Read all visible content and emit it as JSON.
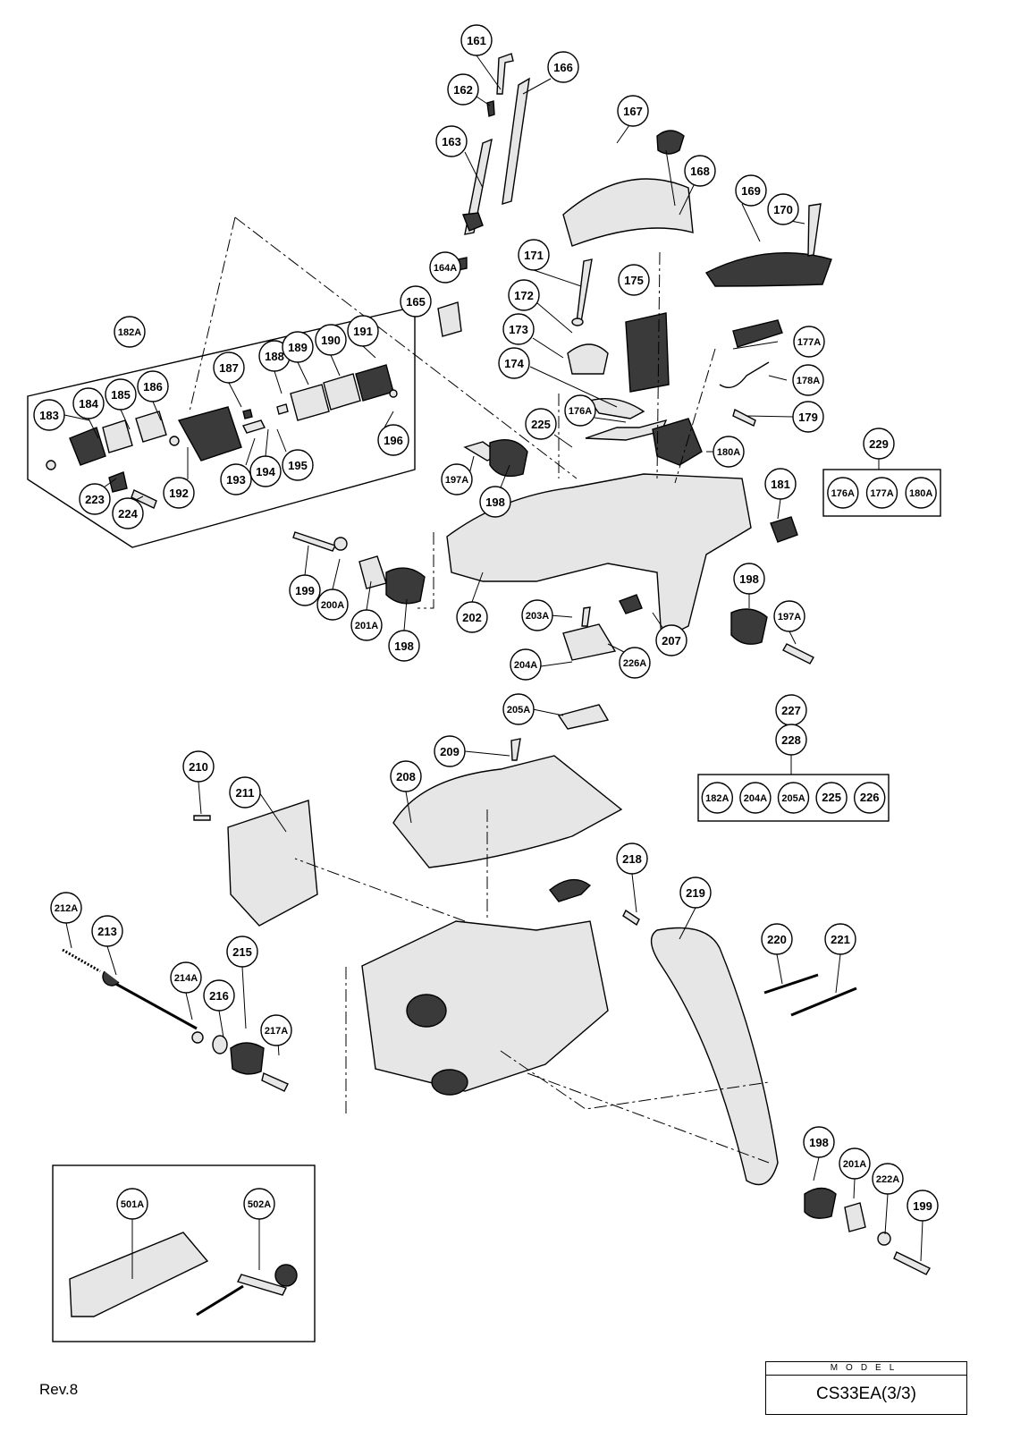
{
  "parts": {
    "161": "161",
    "162": "162",
    "163": "163",
    "164A": "164A",
    "165": "165",
    "166": "166",
    "167": "167",
    "168": "168",
    "169": "169",
    "170": "170",
    "171": "171",
    "172": "172",
    "173": "173",
    "174": "174",
    "175": "175",
    "176A": "176A",
    "177A": "177A",
    "178A": "178A",
    "179": "179",
    "180A": "180A",
    "181": "181",
    "182A": "182A",
    "183": "183",
    "184": "184",
    "185": "185",
    "186": "186",
    "187": "187",
    "188": "188",
    "189": "189",
    "190": "190",
    "191": "191",
    "192": "192",
    "193": "193",
    "194": "194",
    "195": "195",
    "196": "196",
    "197A": "197A",
    "198": "198",
    "199": "199",
    "200A": "200A",
    "201A": "201A",
    "202": "202",
    "203A": "203A",
    "204A": "204A",
    "205A": "205A",
    "207": "207",
    "208": "208",
    "209": "209",
    "210": "210",
    "211": "211",
    "212A": "212A",
    "213": "213",
    "214A": "214A",
    "215": "215",
    "216": "216",
    "217A": "217A",
    "218": "218",
    "219": "219",
    "220": "220",
    "221": "221",
    "222A": "222A",
    "223": "223",
    "224": "224",
    "225": "225",
    "226A": "226A",
    "227": "227",
    "228": "228",
    "229": "229",
    "501A": "501A",
    "502A": "502A"
  },
  "kit_229": {
    "code": "229",
    "items": [
      "176A",
      "177A",
      "180A"
    ]
  },
  "kit_227_228": {
    "codes": [
      "227",
      "228"
    ],
    "items": [
      "182A",
      "204A",
      "205A",
      "225",
      "226"
    ]
  },
  "revision": "Rev.8",
  "model": {
    "heading": "MODEL",
    "name": "CS33EA(3/3)"
  },
  "colors": {
    "line": "#000000",
    "part_fill": "#e6e6e6",
    "part_dark": "#3a3a3a"
  }
}
